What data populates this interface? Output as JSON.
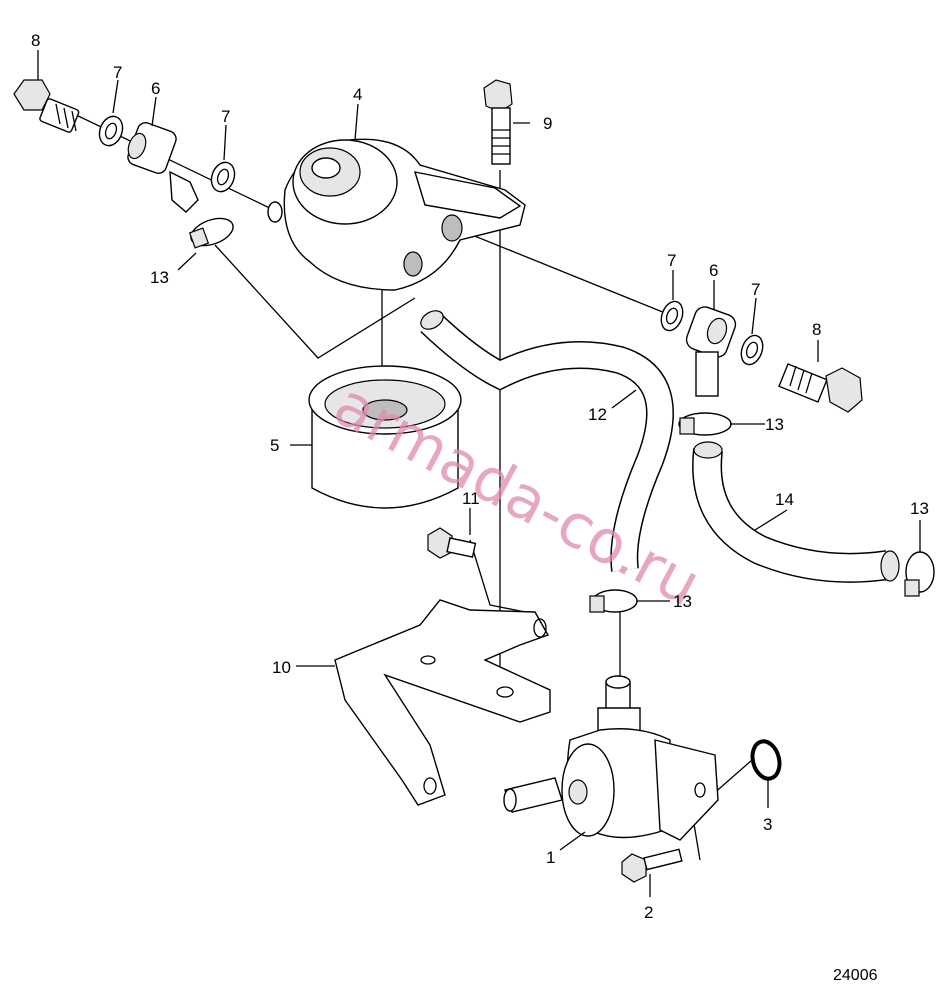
{
  "figure_number": "24006",
  "watermark": "armada-co.ru",
  "labels": {
    "p1": "1",
    "p2": "2",
    "p3": "3",
    "p4": "4",
    "p5": "5",
    "p6_left": "6",
    "p6_right": "6",
    "p7_left_a": "7",
    "p7_left_b": "7",
    "p7_right_a": "7",
    "p7_right_b": "7",
    "p8_left": "8",
    "p8_right": "8",
    "p9": "9",
    "p10": "10",
    "p11": "11",
    "p12": "12",
    "p13_left": "13",
    "p13_mid": "13",
    "p13_lower": "13",
    "p13_right": "13",
    "p14": "14"
  }
}
